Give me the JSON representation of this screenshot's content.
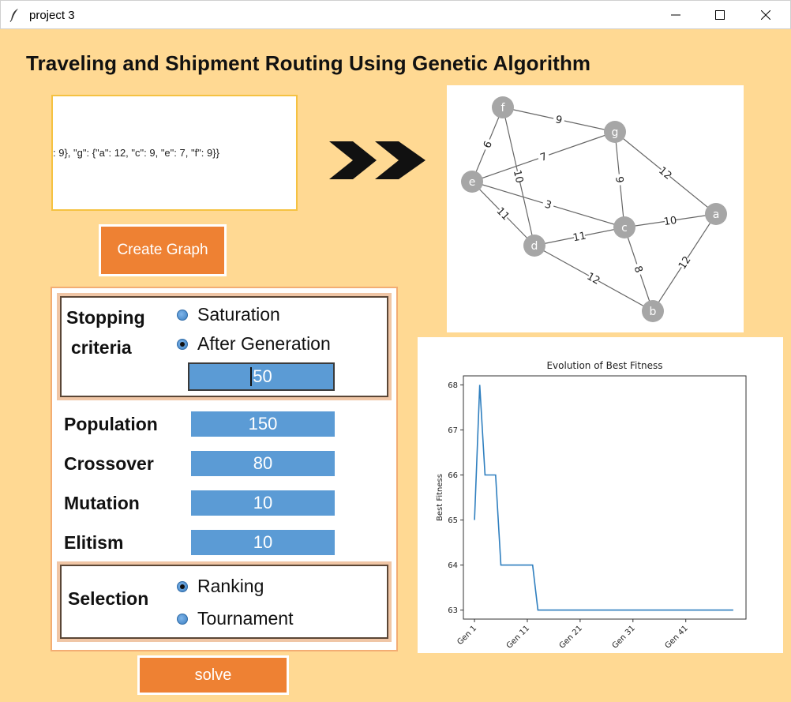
{
  "window": {
    "title": "project 3"
  },
  "app": {
    "heading": "Traveling and Shipment Routing Using Genetic Algorithm",
    "graph_input_text": ": 9},    \"g\": {\"a\": 12, \"c\": 9, \"e\": 7, \"f\": 9}}",
    "create_graph_label": "Create Graph",
    "solve_label": "solve"
  },
  "stopping": {
    "label_line1": "Stopping",
    "label_line2": "criteria",
    "options": [
      "Saturation",
      "After Generation"
    ],
    "selected": "After Generation",
    "generations_value": "50"
  },
  "params": {
    "population_label": "Population",
    "population_value": "150",
    "crossover_label": "Crossover",
    "crossover_value": "80",
    "mutation_label": "Mutation",
    "mutation_value": "10",
    "elitism_label": "Elitism",
    "elitism_value": "10"
  },
  "selection": {
    "label": "Selection",
    "options": [
      "Ranking",
      "Tournament"
    ],
    "selected": "Ranking"
  },
  "graph": {
    "nodes": [
      "a",
      "b",
      "c",
      "d",
      "e",
      "f",
      "g"
    ],
    "edges": [
      {
        "from": "f",
        "to": "g",
        "w": "9"
      },
      {
        "from": "f",
        "to": "e",
        "w": "6"
      },
      {
        "from": "f",
        "to": "d",
        "w": "10"
      },
      {
        "from": "e",
        "to": "g",
        "w": "7"
      },
      {
        "from": "e",
        "to": "c",
        "w": "3"
      },
      {
        "from": "e",
        "to": "d",
        "w": "11"
      },
      {
        "from": "g",
        "to": "c",
        "w": "9"
      },
      {
        "from": "g",
        "to": "a",
        "w": "12"
      },
      {
        "from": "c",
        "to": "a",
        "w": "10"
      },
      {
        "from": "d",
        "to": "c",
        "w": "11"
      },
      {
        "from": "c",
        "to": "b",
        "w": "8"
      },
      {
        "from": "d",
        "to": "b",
        "w": "12"
      },
      {
        "from": "a",
        "to": "b",
        "w": "12"
      }
    ]
  },
  "chart_data": {
    "type": "line",
    "title": "Evolution of Best Fitness",
    "xlabel": "",
    "ylabel": "Best Fitness",
    "x_tick_labels": [
      "Gen 1",
      "Gen 11",
      "Gen 21",
      "Gen 31",
      "Gen 41"
    ],
    "y_ticks": [
      63,
      64,
      65,
      66,
      67,
      68
    ],
    "ylim": [
      62.8,
      68.2
    ],
    "x": [
      1,
      2,
      3,
      4,
      5,
      6,
      7,
      8,
      9,
      10,
      11,
      12,
      13,
      14,
      15,
      16,
      17,
      18,
      19,
      20,
      21,
      22,
      23,
      24,
      25,
      26,
      27,
      28,
      29,
      30,
      31,
      32,
      33,
      34,
      35,
      36,
      37,
      38,
      39,
      40,
      41,
      42,
      43,
      44,
      45,
      46,
      47,
      48,
      49,
      50
    ],
    "series": [
      {
        "values": [
          65,
          68,
          66,
          66,
          66,
          64,
          64,
          64,
          64,
          64,
          64,
          64,
          63,
          63,
          63,
          63,
          63,
          63,
          63,
          63,
          63,
          63,
          63,
          63,
          63,
          63,
          63,
          63,
          63,
          63,
          63,
          63,
          63,
          63,
          63,
          63,
          63,
          63,
          63,
          63,
          63,
          63,
          63,
          63,
          63,
          63,
          63,
          63,
          63,
          63
        ],
        "color": "#2f7fbf"
      }
    ],
    "grid": false
  },
  "colors": {
    "accent": "#ee8133",
    "field": "#5b9bd5",
    "background": "#ffd993"
  }
}
